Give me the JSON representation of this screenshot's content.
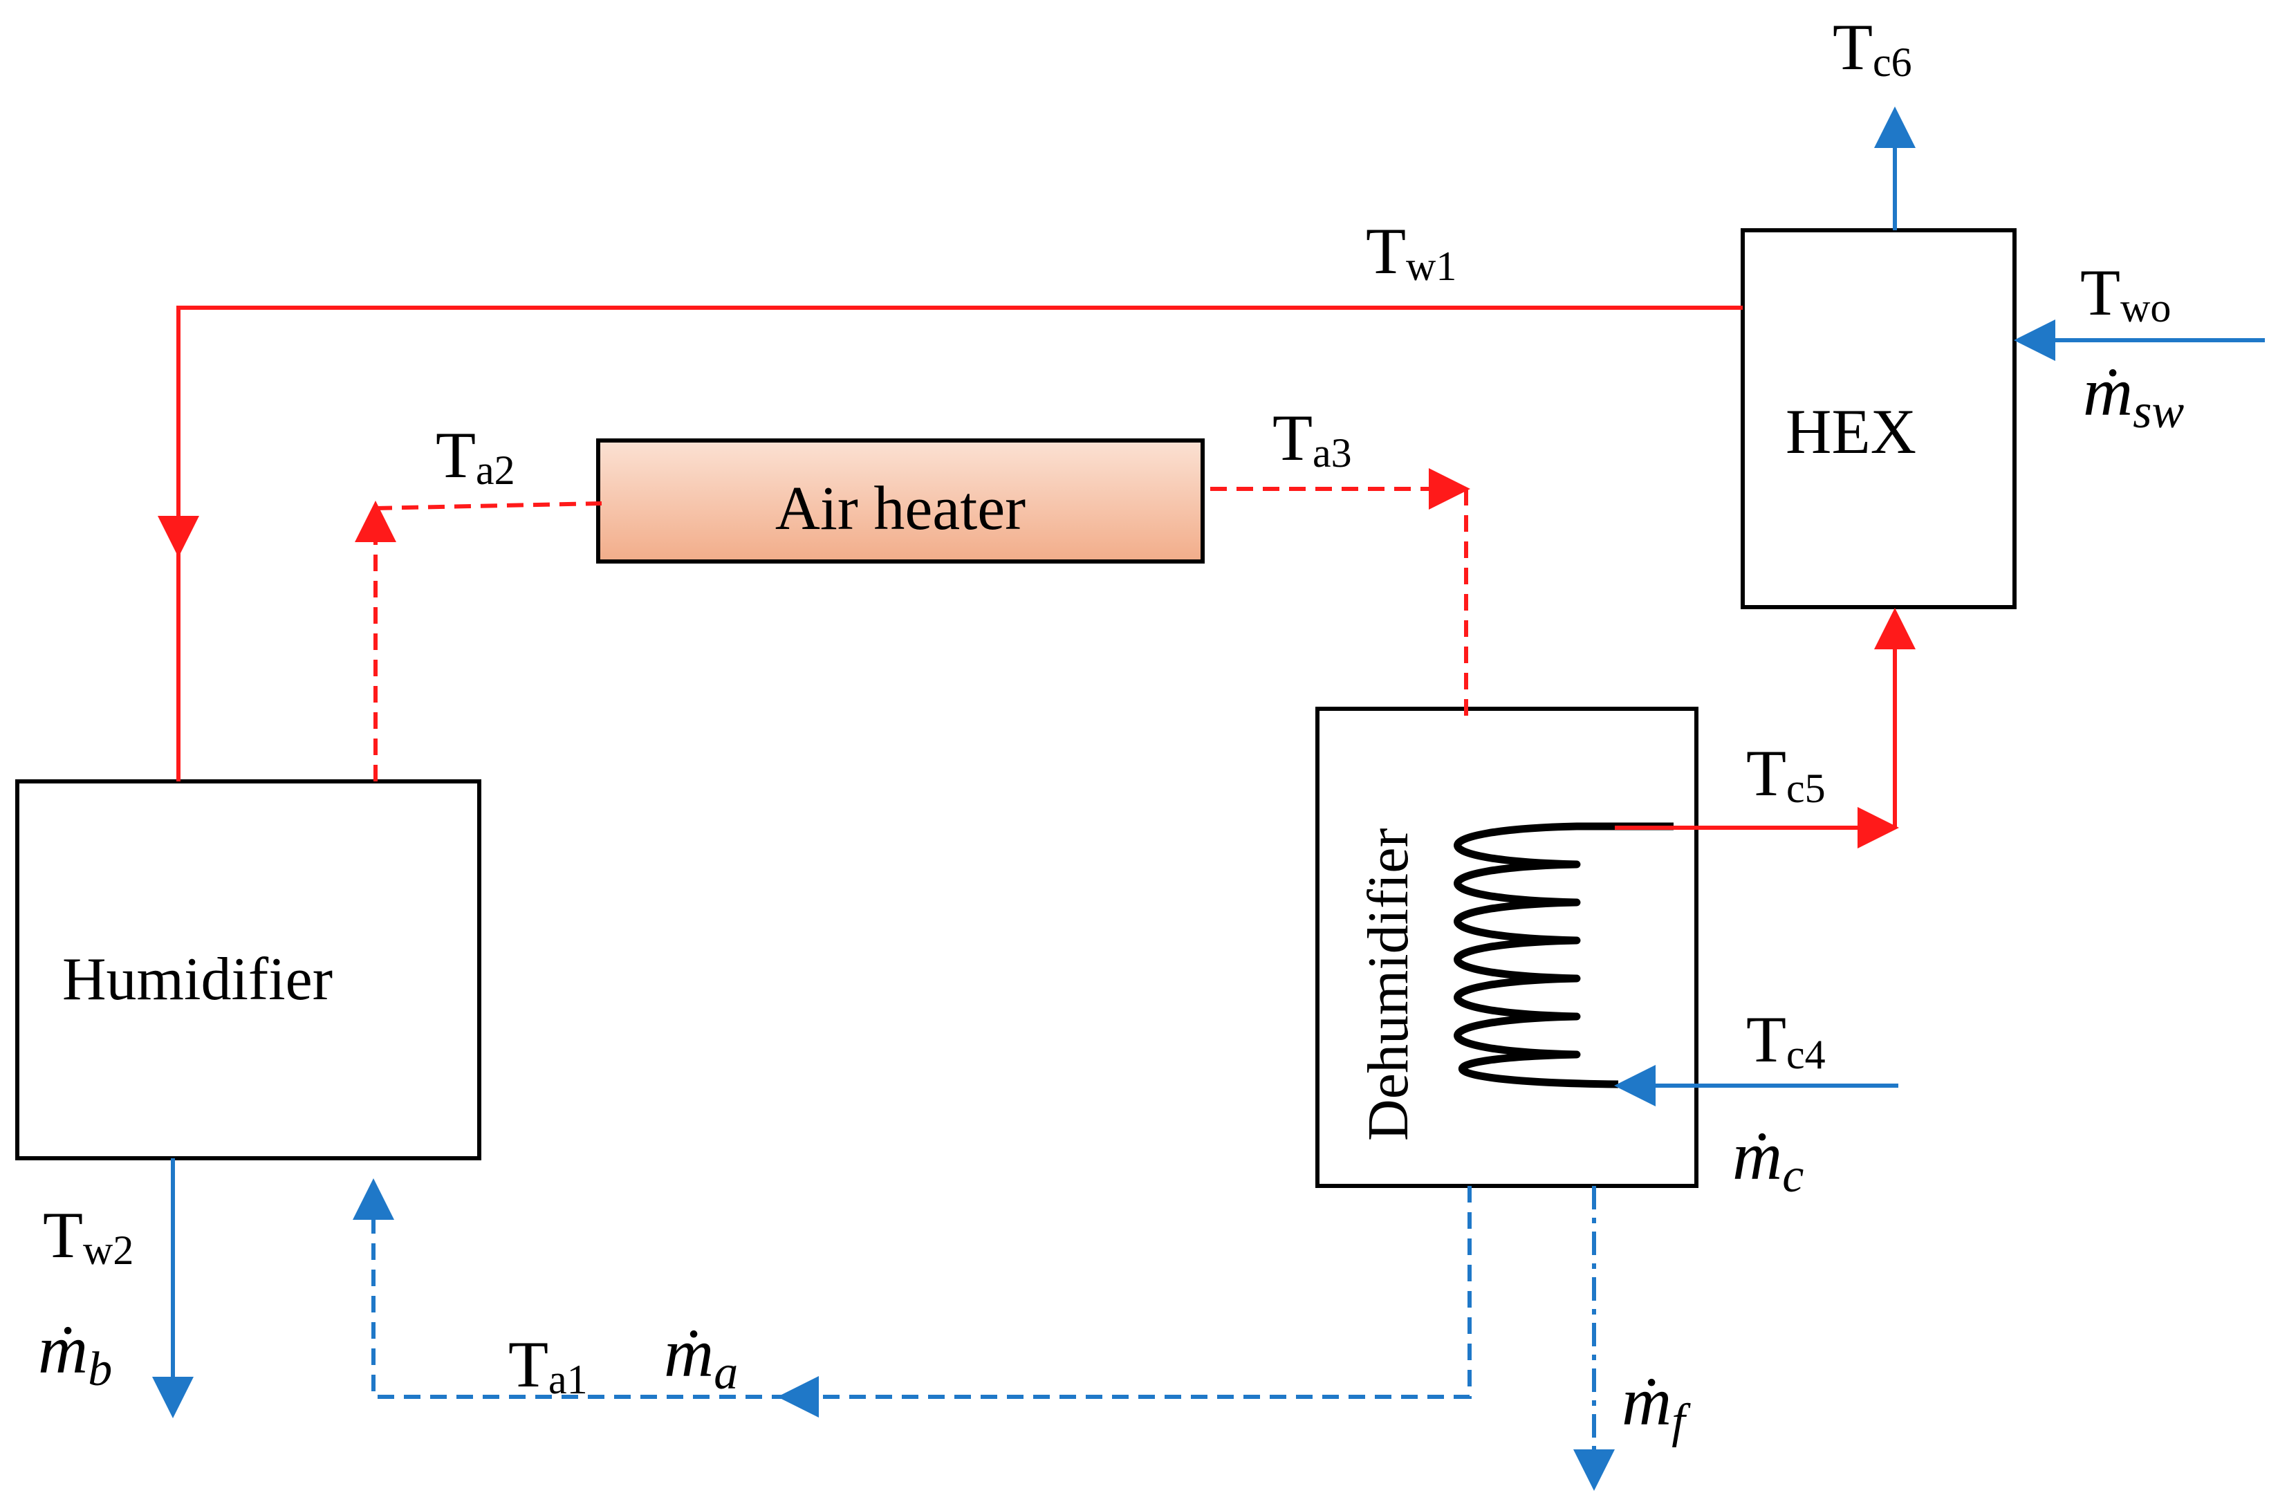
{
  "colors": {
    "hot_stream": "#ff1a1a",
    "cold_stream": "#1f78c8",
    "heater_fill_top": "#fbe1d3",
    "heater_fill_bottom": "#f2ad8a"
  },
  "components": {
    "humidifier": "Humidifier",
    "dehumidifier": "Dehumidifier",
    "air_heater": "Air heater",
    "hex": "HEX"
  },
  "labels": {
    "tw1": {
      "main": "T",
      "sub": "w1"
    },
    "tw2": {
      "main": "T",
      "sub": "w2"
    },
    "two": {
      "main": "T",
      "sub": "wo"
    },
    "ta1": {
      "main": "T",
      "sub": "a1"
    },
    "ta2": {
      "main": "T",
      "sub": "a2"
    },
    "ta3": {
      "main": "T",
      "sub": "a3"
    },
    "tc4": {
      "main": "T",
      "sub": "c4"
    },
    "tc5": {
      "main": "T",
      "sub": "c5"
    },
    "tc6": {
      "main": "T",
      "sub": "c6"
    },
    "mb": {
      "main": "ṁ",
      "sub": "b"
    },
    "ma": {
      "main": "ṁ",
      "sub": "a"
    },
    "mc": {
      "main": "ṁ",
      "sub": "c"
    },
    "mf": {
      "main": "ṁ",
      "sub": "f"
    },
    "msw": {
      "main": "ṁ",
      "sub": "sw"
    }
  }
}
